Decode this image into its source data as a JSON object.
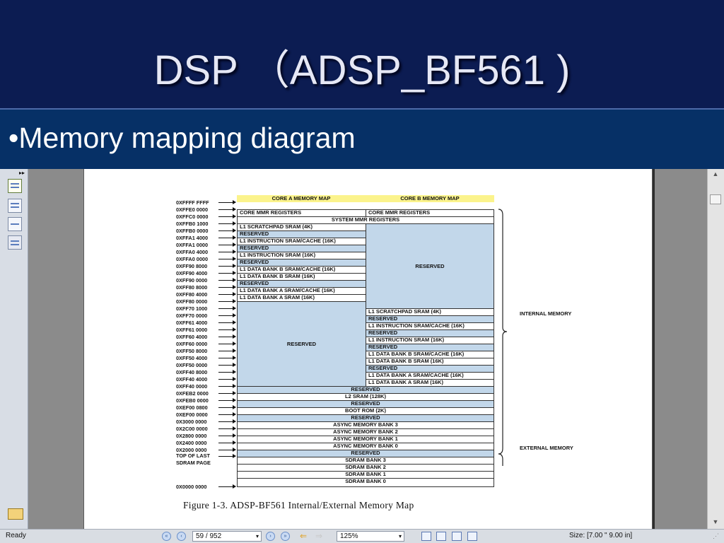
{
  "slide": {
    "title": "DSP （ADSP_BF561 )",
    "bullet": "•Memory mapping diagram"
  },
  "diagram": {
    "header_core_a": "CORE A MEMORY MAP",
    "header_core_b": "CORE B MEMORY MAP",
    "addresses": [
      "0XFFFF FFFF",
      "0XFFE0 0000",
      "0XFFC0 0000",
      "0XFFB0 1000",
      "0XFFB0 0000",
      "0XFFA1 4000",
      "0XFFA1 0000",
      "0XFFA0 4000",
      "0XFFA0 0000",
      "0XFF90 8000",
      "0XFF90 4000",
      "0XFF90 0000",
      "0XFF80 8000",
      "0XFF80 4000",
      "0XFF80 0000",
      "0XFF70 1000",
      "0XFF70 0000",
      "0XFF61 4000",
      "0XFF61 0000",
      "0XFF60 4000",
      "0XFF60 0000",
      "0XFF50 8000",
      "0XFF50 4000",
      "0XFF50 0000",
      "0XFF40 8000",
      "0XFF40 4000",
      "0XFF40 0000",
      "0XFEB2 0000",
      "0XFEB0 0000",
      "0XEF00 0800",
      "0XEF00 0000",
      "0X3000 0000",
      "0X2C00 0000",
      "0X2800 0000",
      "0X2400 0000",
      "0X2000 0000",
      "TOP OF LAST",
      "SDRAM PAGE",
      "0X0000 0000"
    ],
    "core_a": [
      "CORE MMR REGISTERS",
      "RESERVED",
      "L1 SCRATCHPAD SRAM (4K)",
      "RESERVED",
      "L1 INSTRUCTION SRAM/CACHE (16K)",
      "RESERVED",
      "L1 INSTRUCTION SRAM (16K)",
      "RESERVED",
      "L1 DATA BANK B SRAM/CACHE (16K)",
      "L1 DATA BANK B SRAM (16K)",
      "RESERVED",
      "L1 DATA BANK A SRAM/CACHE (16K)",
      "L1 DATA BANK A SRAM (16K)",
      "RESERVED"
    ],
    "core_b": [
      "CORE MMR REGISTERS",
      "RESERVED",
      "L1 SCRATCHPAD SRAM (4K)",
      "RESERVED",
      "L1 INSTRUCTION SRAM/CACHE (16K)",
      "RESERVED",
      "L1 INSTRUCTION SRAM (16K)",
      "RESERVED",
      "L1 DATA BANK B SRAM/CACHE (16K)",
      "L1 DATA BANK B SRAM (16K)",
      "RESERVED",
      "L1 DATA BANK A SRAM/CACHE (16K)",
      "L1 DATA BANK A SRAM (16K)"
    ],
    "shared": [
      "SYSTEM MMR REGISTERS",
      "RESERVED",
      "L2 SRAM (128K)",
      "RESERVED",
      "BOOT ROM (2K)",
      "RESERVED",
      "ASYNC MEMORY BANK 3",
      "ASYNC MEMORY BANK 2",
      "ASYNC MEMORY BANK 1",
      "ASYNC MEMORY BANK 0",
      "RESERVED",
      "SDRAM BANK 3",
      "SDRAM BANK 2",
      "SDRAM BANK 1",
      "SDRAM BANK 0"
    ],
    "brace_internal": "INTERNAL MEMORY",
    "brace_external": "EXTERNAL MEMORY",
    "caption": "Figure 1-3. ADSP-BF561 Internal/External Memory Map"
  },
  "viewer": {
    "nav_collapse": "▸▸",
    "status": "Ready",
    "page_display": "59 / 952",
    "zoom": "125%",
    "page_size": "Size: [7.00 \" 9.00 in]",
    "caret": "▾",
    "first_page": "«",
    "prev_page": "‹",
    "next_page": "›",
    "last_page": "»",
    "back": "⇐",
    "forward": "⇒",
    "scroll_up": "▲",
    "scroll_down": "▼",
    "grip": "⋰",
    "icons": [
      "pages-icon",
      "bookmarks-icon",
      "signatures-icon",
      "layers-icon",
      "attachments-icon"
    ]
  }
}
